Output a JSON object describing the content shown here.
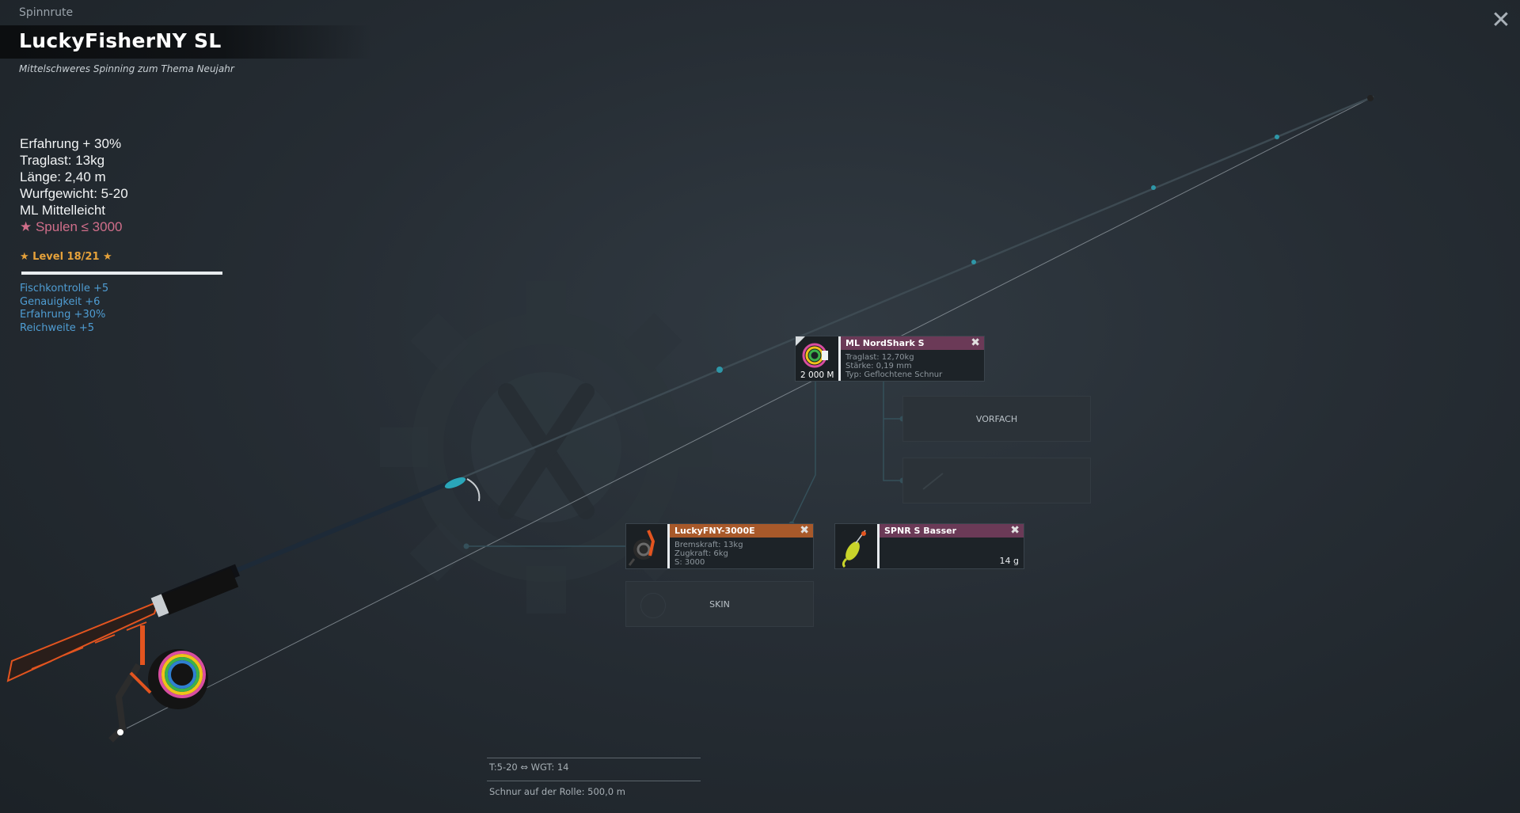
{
  "header": {
    "category": "Spinnrute",
    "title": "LuckyFisherNY SL",
    "subtitle": "Mittelschweres Spinning zum Thema Neujahr",
    "close_icon": "✕"
  },
  "stats": {
    "experience": "Erfahrung +  30%",
    "load": "Traglast:   13kg",
    "length": "Länge:   2,40 m",
    "casting_weight": "Wurfgewicht: 5-20",
    "action": "ML Mittelleicht",
    "spool": "★ Spulen ≤ 3000"
  },
  "level": {
    "label": "★ Level 18/21 ★",
    "progress": 1.0
  },
  "bonuses": [
    "Fischkontrolle +5",
    "Genauigkeit +6",
    "Erfahrung +30%",
    "Reichweite +5"
  ],
  "line_slot": {
    "name": "ML NordShark S",
    "length": "2 000 M",
    "info": [
      "Traglast:   12,70kg",
      "Stärke:   0,19 mm",
      "Typ: Geflochtene Schnur"
    ],
    "header_color": "#6b3a57"
  },
  "leader_slot": {
    "label": "VORFACH"
  },
  "hook_slot": {
    "label": ""
  },
  "reel_slot": {
    "name": "LuckyFNY-3000E",
    "info": [
      "Bremskraft:   13kg",
      "Zugkraft:   6kg",
      "S: 3000"
    ],
    "header_color": "#a8592a"
  },
  "lure_slot": {
    "name": "SPNR S Basser",
    "weight": "14 g",
    "header_color": "#6b3a57"
  },
  "skin_slot": {
    "label": "SKIN"
  },
  "footer": {
    "tackle": "T:5-20  ⇔ WGT: 14",
    "line_on_reel": "Schnur auf der Rolle: 500,0 m"
  }
}
